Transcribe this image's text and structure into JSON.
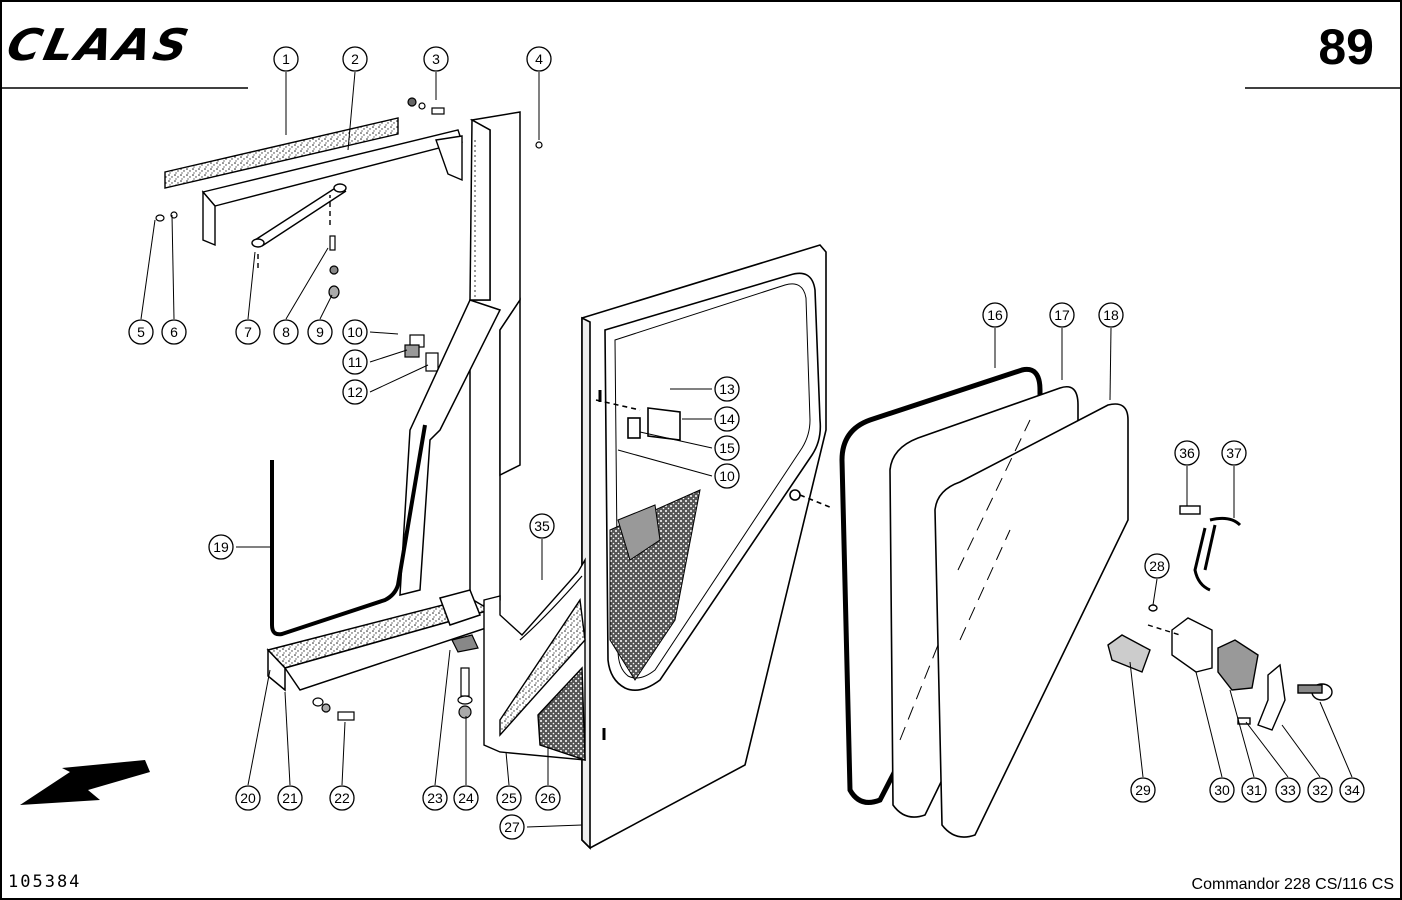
{
  "header": {
    "brand": "CLAAS",
    "page_number": "89"
  },
  "footer": {
    "drawing_number": "105384",
    "model": "Commandor 228 CS/116 CS"
  },
  "callouts": [
    "1",
    "2",
    "3",
    "4",
    "5",
    "6",
    "7",
    "8",
    "9",
    "10",
    "11",
    "12",
    "13",
    "14",
    "15",
    "10",
    "16",
    "17",
    "18",
    "19",
    "35",
    "36",
    "37",
    "28",
    "20",
    "21",
    "22",
    "23",
    "24",
    "25",
    "26",
    "27",
    "29",
    "30",
    "31",
    "33",
    "32",
    "34"
  ],
  "icons": {
    "direction": "front-direction-arrow-icon"
  }
}
